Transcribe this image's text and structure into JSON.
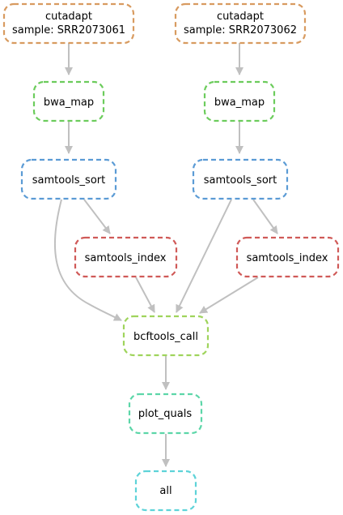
{
  "nodes": {
    "cutadapt_1": {
      "line1": "cutadapt",
      "line2": "sample: SRR2073061",
      "color": "#d89b60"
    },
    "cutadapt_2": {
      "line1": "cutadapt",
      "line2": "sample: SRR2073062",
      "color": "#d89b60"
    },
    "bwa_map_1": {
      "label": "bwa_map",
      "color": "#6ccc5c"
    },
    "bwa_map_2": {
      "label": "bwa_map",
      "color": "#6ccc5c"
    },
    "samtools_sort_1": {
      "label": "samtools_sort",
      "color": "#5b9bd5"
    },
    "samtools_sort_2": {
      "label": "samtools_sort",
      "color": "#5b9bd5"
    },
    "samtools_index_1": {
      "label": "samtools_index",
      "color": "#d05a58"
    },
    "samtools_index_2": {
      "label": "samtools_index",
      "color": "#d05a58"
    },
    "bcftools_call": {
      "label": "bcftools_call",
      "color": "#9fd45c"
    },
    "plot_quals": {
      "label": "plot_quals",
      "color": "#5cd6a8"
    },
    "all": {
      "label": "all",
      "color": "#5ed3d8"
    }
  },
  "edges": [
    [
      "cutadapt_1",
      "bwa_map_1"
    ],
    [
      "cutadapt_2",
      "bwa_map_2"
    ],
    [
      "bwa_map_1",
      "samtools_sort_1"
    ],
    [
      "bwa_map_2",
      "samtools_sort_2"
    ],
    [
      "samtools_sort_1",
      "samtools_index_1"
    ],
    [
      "samtools_sort_2",
      "samtools_index_2"
    ],
    [
      "samtools_sort_1",
      "bcftools_call"
    ],
    [
      "samtools_index_1",
      "bcftools_call"
    ],
    [
      "samtools_sort_2",
      "bcftools_call"
    ],
    [
      "samtools_index_2",
      "bcftools_call"
    ],
    [
      "bcftools_call",
      "plot_quals"
    ],
    [
      "plot_quals",
      "all"
    ]
  ]
}
